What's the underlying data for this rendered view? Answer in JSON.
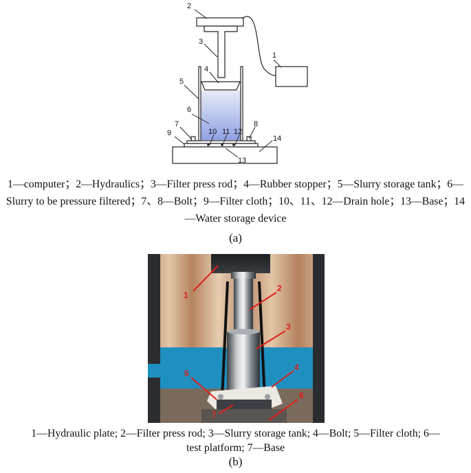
{
  "figure_a": {
    "callouts": [
      "1",
      "2",
      "3",
      "4",
      "5",
      "6",
      "7",
      "8",
      "9",
      "10",
      "11",
      "12",
      "13",
      "14"
    ],
    "caption": "1—computer；2—Hydraulics；3—Filter press rod；4—Rubber stopper；5—Slurry storage tank；6—Slurry to be pressure filtered；7、8—Bolt；9—Filter cloth；10、11、12—Drain hole；13—Base；14—Water storage device",
    "label": "(a)"
  },
  "figure_b": {
    "callouts": [
      "1",
      "2",
      "3",
      "4",
      "5",
      "6",
      "7"
    ],
    "callout_color": "#e0201b",
    "caption": "1—Hydraulic plate; 2—Filter press rod; 3—Slurry storage tank; 4—Bolt; 5—Filter cloth; 6—test platform; 7—Base",
    "label": "(b)"
  }
}
